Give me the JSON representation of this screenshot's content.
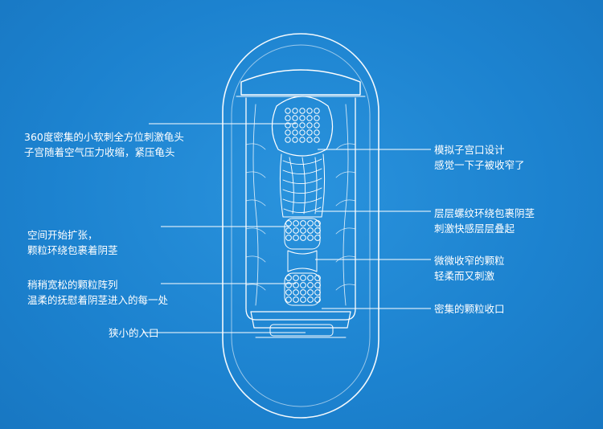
{
  "colors": {
    "background": "#1e86d3",
    "line": "#ffffff"
  },
  "annotations": {
    "left": [
      {
        "lines": [
          "360度密集的小软刺全方位刺激龟头",
          "子宫随着空气压力收缩，紧压龟头"
        ]
      },
      {
        "lines": [
          "空间开始扩张，",
          "颗粒环绕包裹着阴茎"
        ]
      },
      {
        "lines": [
          "稍稍宽松的颗粒阵列",
          "温柔的抚慰着阴茎进入的每一处"
        ]
      },
      {
        "lines": [
          "狭小的入口"
        ]
      }
    ],
    "right": [
      {
        "lines": [
          "模拟子宫口设计",
          "感觉一下子被收窄了"
        ]
      },
      {
        "lines": [
          "层层螺纹环绕包裹阴茎",
          "刺激快感层层叠起"
        ]
      },
      {
        "lines": [
          "微微收窄的颗粒",
          "轻柔而又刺激"
        ]
      },
      {
        "lines": [
          "密集的颗粒收口"
        ]
      }
    ]
  }
}
